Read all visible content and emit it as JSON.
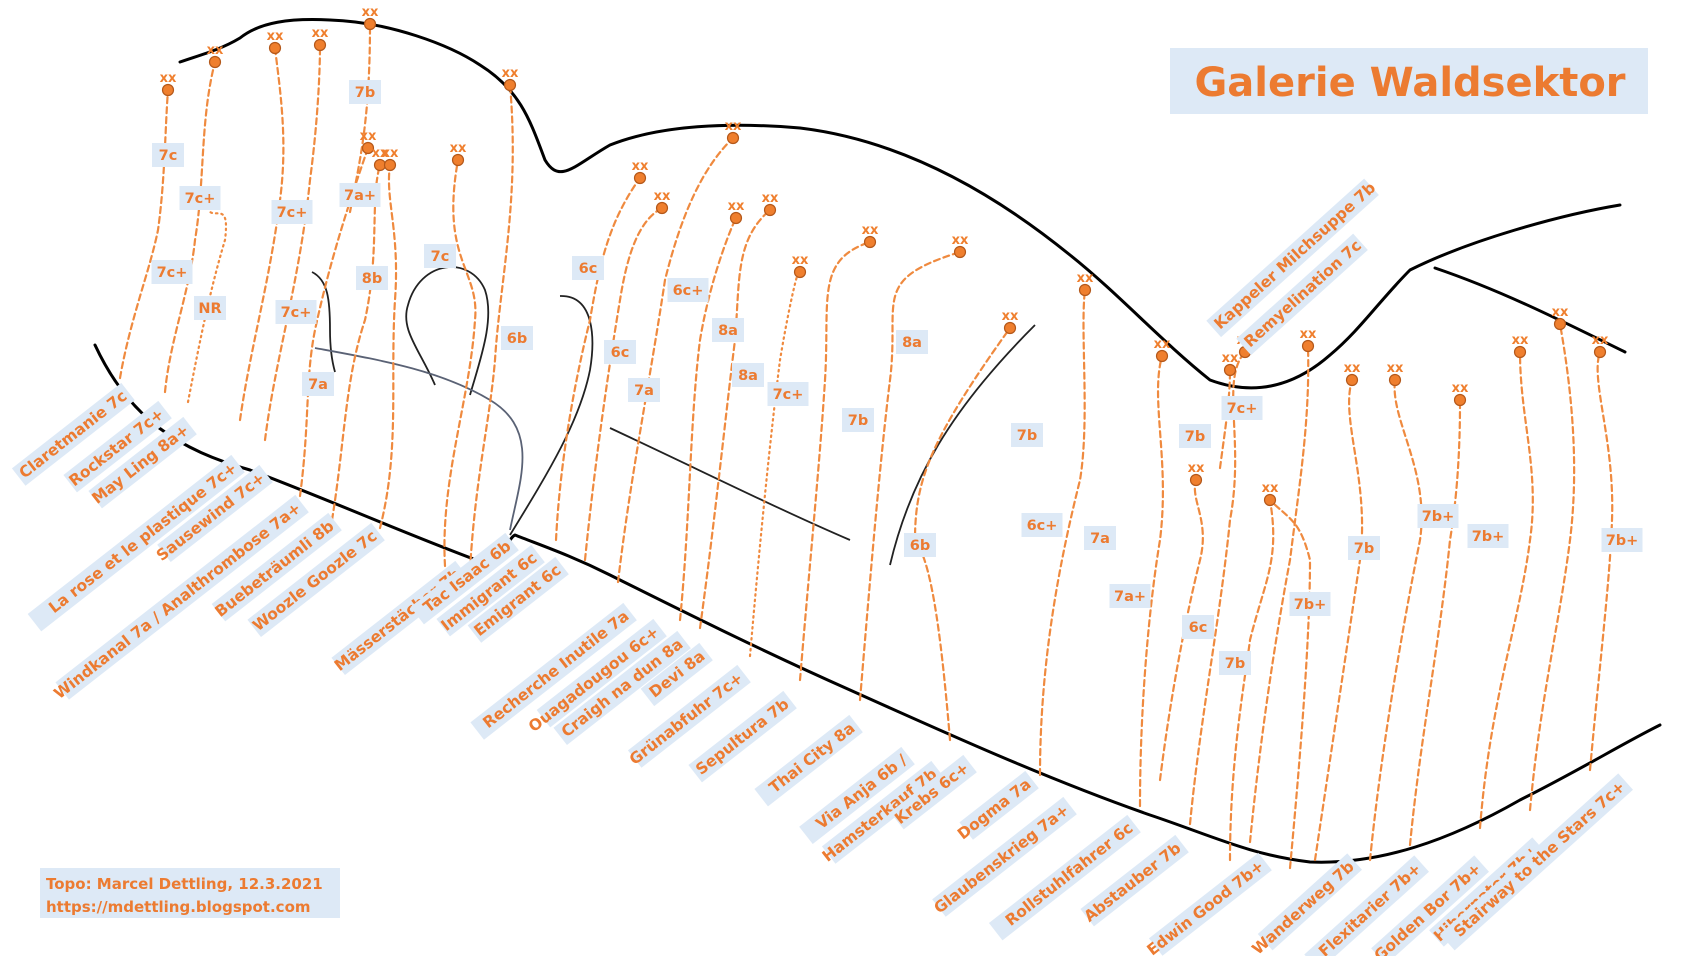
{
  "title": "Galerie Waldsektor",
  "credit": {
    "line1": "Topo: Marcel Dettling, 12.3.2021",
    "line2": "https://mdettling.blogspot.com"
  },
  "anchor_mark": "xx",
  "colors": {
    "route": "#ef8a3f",
    "anchor": "#ef7f2e",
    "label_box": "#dde9f6",
    "rock": "#000000"
  },
  "routes": [
    {
      "name": "Claretmanie 7c",
      "grades": [
        "7c",
        "7c+"
      ]
    },
    {
      "name": "Rockstar 7c+",
      "grades": [
        "7c+"
      ]
    },
    {
      "name": "May Ling 8a+",
      "grades": [
        "NR"
      ]
    },
    {
      "name": "La rose et le plastique 7c+",
      "grades": [
        "7c+"
      ]
    },
    {
      "name": "Sausewind 7c+",
      "grades": [
        "7c+"
      ]
    },
    {
      "name": "Windkanal 7a / Analthrombose 7a+",
      "grades": [
        "7a",
        "7a+"
      ]
    },
    {
      "name": "Buebeträumli 8b",
      "grades": [
        "8b"
      ]
    },
    {
      "name": "Woozle Goozle 7c",
      "grades": [
        "7c"
      ]
    },
    {
      "name": "Mässerstächer 7b",
      "grades": [
        "7b"
      ]
    },
    {
      "name": "Tac Isaac 6b",
      "grades": [
        "6b"
      ]
    },
    {
      "name": "Immigrant 6c",
      "grades": [
        "6c"
      ]
    },
    {
      "name": "Emigrant 6c",
      "grades": [
        "6c"
      ]
    },
    {
      "name": "Recherche Inutile 7a",
      "grades": [
        "7a"
      ]
    },
    {
      "name": "Ouagadougou 6c+",
      "grades": [
        "6c+"
      ]
    },
    {
      "name": "Craigh na dun 8a",
      "grades": [
        "8a"
      ]
    },
    {
      "name": "Devi 8a",
      "grades": [
        "8a"
      ]
    },
    {
      "name": "Grünabfuhr 7c+",
      "grades": [
        "7c+"
      ]
    },
    {
      "name": "Sepultura 7b",
      "grades": [
        "7b"
      ]
    },
    {
      "name": "Thai City 8a",
      "grades": [
        "8a"
      ]
    },
    {
      "name": "Via Anja 6b /",
      "grades": [
        "6b"
      ]
    },
    {
      "name": "Hamsterkauf 7b",
      "grades": [
        "7b"
      ]
    },
    {
      "name": "Krebs 6c+",
      "grades": [
        "6c+"
      ]
    },
    {
      "name": "Dogma 7a",
      "grades": [
        "7a"
      ]
    },
    {
      "name": "Glaubenskrieg 7a+",
      "grades": [
        "7a+"
      ]
    },
    {
      "name": "Rollstuhlfahrer 6c",
      "grades": [
        "6c"
      ]
    },
    {
      "name": "Abstauber 7b",
      "grades": [
        "7b"
      ]
    },
    {
      "name": "Edwin Good 7b+",
      "grades": [
        "7b+"
      ]
    },
    {
      "name": "Wanderweg 7b",
      "grades": [
        "7b"
      ]
    },
    {
      "name": "Flexitarier 7b+",
      "grades": [
        "7b+"
      ]
    },
    {
      "name": "Golden Bor 7b+",
      "grades": [
        "7b+"
      ]
    },
    {
      "name": "Hibernator 7b+",
      "grades": [
        "7b+"
      ]
    },
    {
      "name": "Stairway to the Stars 7c+",
      "grades": [
        "7c+"
      ]
    },
    {
      "name": "Kappeler Milchsuppe 7b",
      "grades": [
        "7b"
      ]
    },
    {
      "name": "Remyelination 7c",
      "grades": [
        "7c"
      ]
    }
  ]
}
